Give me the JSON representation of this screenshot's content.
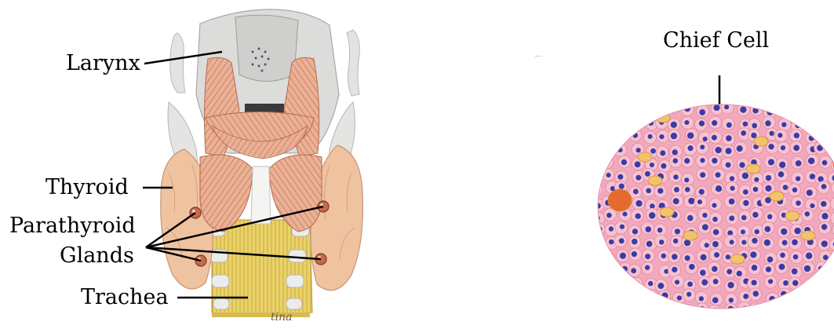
{
  "labels": {
    "larynx": "Larynx",
    "thyroid": "Thyroid",
    "parathyroid_line1": "Parathyroid",
    "parathyroid_line2": "Glands",
    "trachea": "Trachea",
    "chief_cell": "Chief Cell"
  },
  "signature": "tina",
  "colors": {
    "muscle": "#e9a98c",
    "muscle_stripe": "#c9765a",
    "cartilage": "#d8d8d6",
    "thyroid": "#f0c4a2",
    "trachea": "#e8cf63",
    "gland": "#c76a48",
    "tissue_bg": "#f2a9bd",
    "nucleus": "#3b3aa6",
    "orange_cell": "#e46a2e"
  }
}
